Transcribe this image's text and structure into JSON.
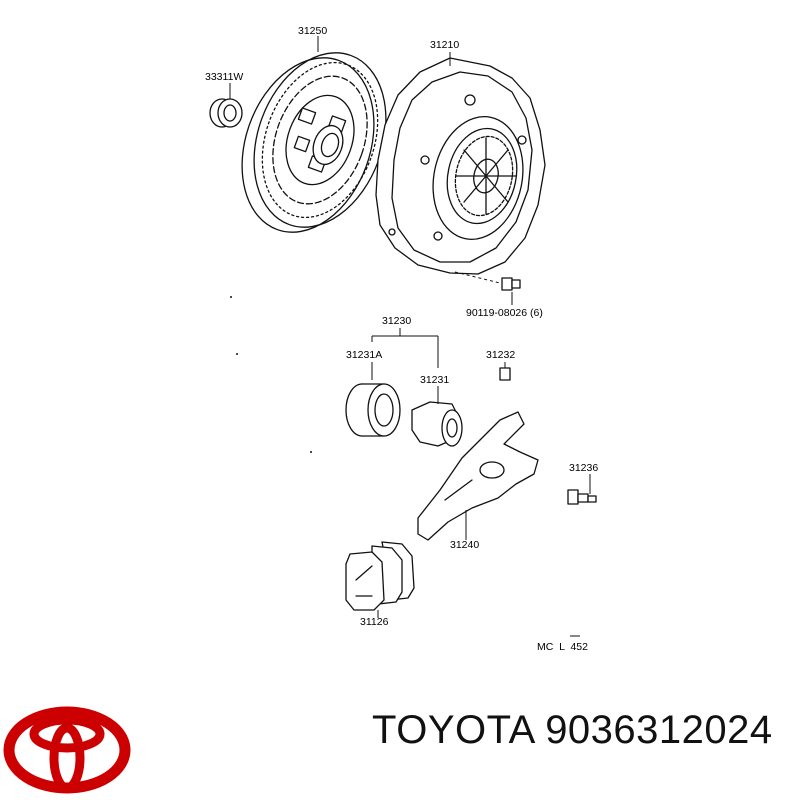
{
  "parts": {
    "p31250": "31250",
    "p33311w": "33311W",
    "p31210": "31210",
    "p90119": "90119-08026 (6)",
    "p31230": "31230",
    "p31231a": "31231A",
    "p31231": "31231",
    "p31232": "31232",
    "p31236": "31236",
    "p31240": "31240",
    "p31126": "31126"
  },
  "diagram_code": "MC  L  452",
  "footer": {
    "brand": "TOYOTA",
    "part_number": "9036312024"
  },
  "colors": {
    "logo": "#cc0000",
    "ink": "#111111"
  },
  "icons": {
    "logo": "toyota-logo"
  }
}
